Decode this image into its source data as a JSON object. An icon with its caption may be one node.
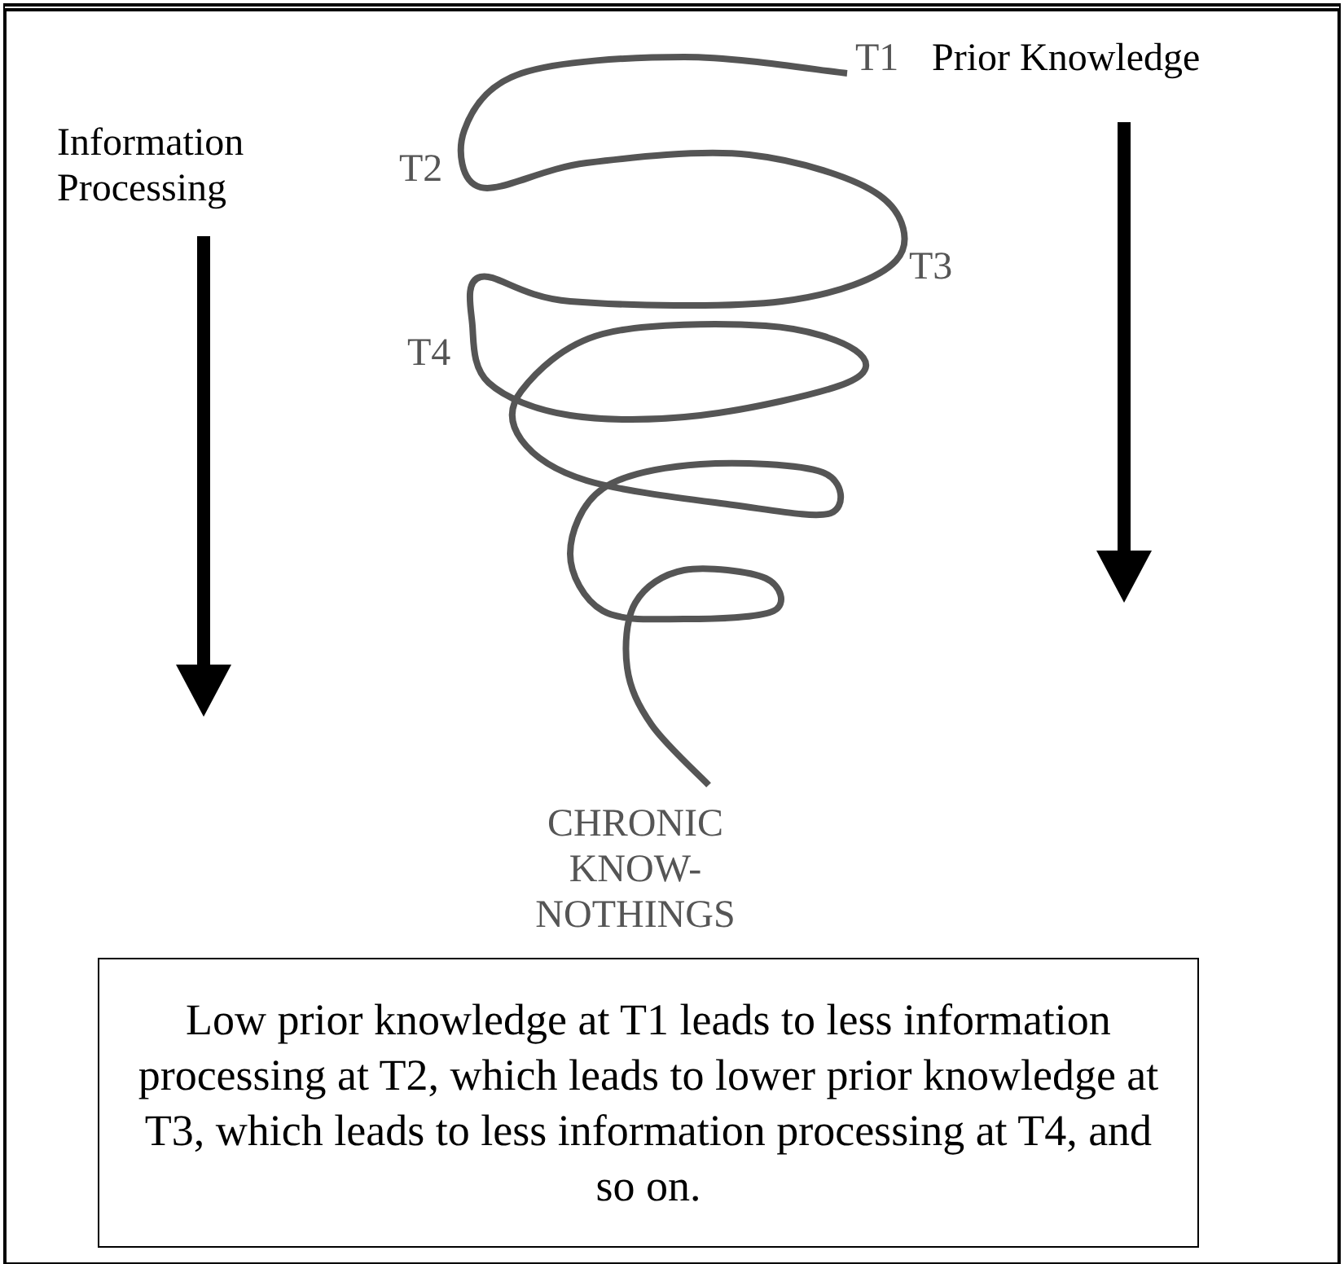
{
  "diagram": {
    "nodes": [
      {
        "text": [
          "Low prior knowledge at T1 leads to less information processing at T2, which leads to lower prior knowledge at T3, which leads to less information processing at T4, and so on."
        ]
      }
    ],
    "labels": [
      "T1",
      "Prior Knowledge",
      "Information Processing",
      "T2",
      "T3",
      "T4",
      "CHRONIC KNOW-NOTHINGS"
    ]
  }
}
